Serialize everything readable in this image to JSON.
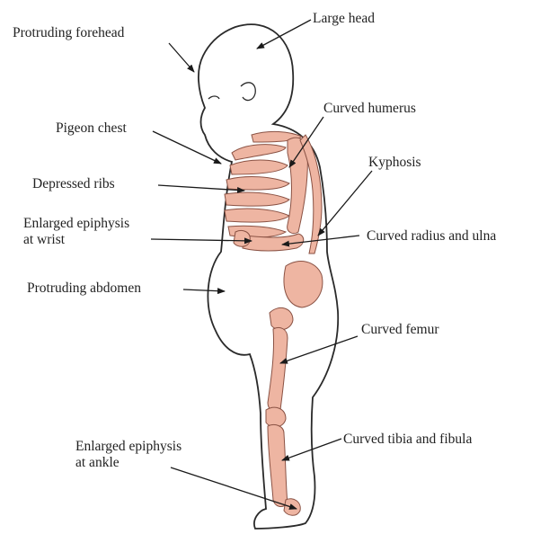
{
  "labels": {
    "protruding_forehead": "Protruding forehead",
    "large_head": "Large head",
    "curved_humerus": "Curved humerus",
    "pigeon_chest": "Pigeon chest",
    "kyphosis": "Kyphosis",
    "depressed_ribs": "Depressed ribs",
    "enlarged_epiphysis_wrist_line1": "Enlarged epiphysis",
    "enlarged_epiphysis_wrist_line2": "at wrist",
    "curved_radius_ulna": "Curved radius and ulna",
    "protruding_abdomen": "Protruding abdomen",
    "curved_femur": "Curved femur",
    "curved_tibia_fibula": "Curved tibia and fibula",
    "enlarged_epiphysis_ankle_line1": "Enlarged epiphysis",
    "enlarged_epiphysis_ankle_line2": "at ankle"
  },
  "colors": {
    "bone_fill": "#eeb5a2",
    "bone_stroke": "#8a5244",
    "body_outline": "#2a2a2a",
    "arrow": "#1a1a1a"
  }
}
